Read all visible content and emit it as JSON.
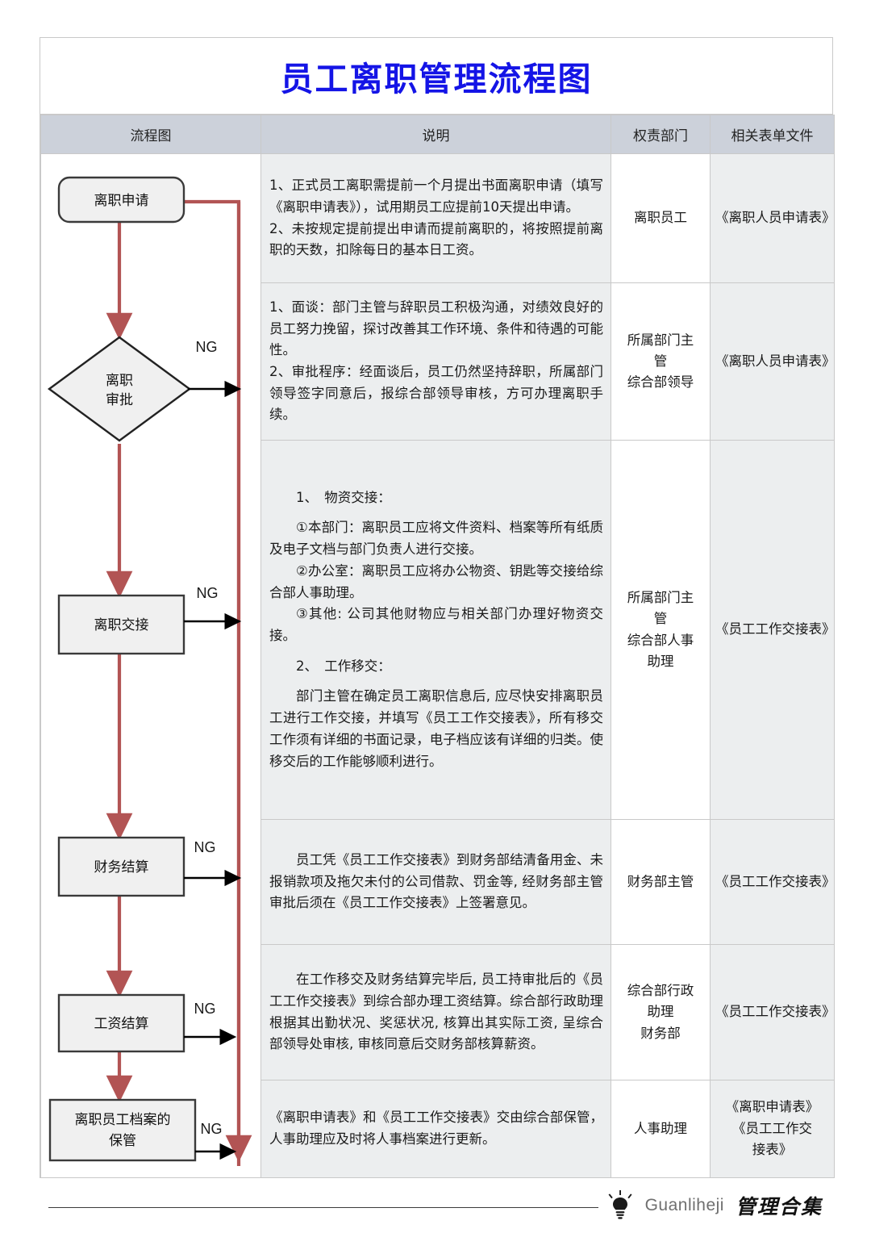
{
  "document": {
    "title": "员工离职管理流程图"
  },
  "table": {
    "headers": [
      "流程图",
      "说明",
      "权责部门",
      "相关表单文件"
    ],
    "rows": [
      {
        "description": [
          "1、正式员工离职需提前一个月提出书面离职申请（填写《离职申请表》），试用期员工应提前10天提出申请。",
          "2、未按规定提前提出申请而提前离职的，将按照提前离职的天数，扣除每日的基本日工资。"
        ],
        "department": "离职员工",
        "form": "《离职人员申请表》"
      },
      {
        "description": [
          "1、面谈：部门主管与辞职员工积极沟通，对绩效良好的员工努力挽留，探讨改善其工作环境、条件和待遇的可能性。",
          "2、审批程序：经面谈后，员工仍然坚持辞职，所属部门领导签字同意后，报综合部领导审核，方可办理离职手续。"
        ],
        "department": "所属部门主管\n综合部领导",
        "department_lines": [
          "所属部门主",
          "管",
          "综合部领导"
        ],
        "form": "《离职人员申请表》"
      },
      {
        "description": [
          "1、　物资交接：",
          "①本部门：离职员工应将文件资料、档案等所有纸质及电子文档与部门负责人进行交接。",
          "②办公室：离职员工应将办公物资、钥匙等交接给综合部人事助理。",
          "③其他: 公司其他财物应与相关部门办理好物资交接。",
          "2、　工作移交：",
          "部门主管在确定员工离职信息后, 应尽快安排离职员工进行工作交接，并填写《员工工作交接表》，所有移交工作须有详细的书面记录，电子档应该有详细的归类。使移交后的工作能够顺利进行。"
        ],
        "department_lines": [
          "所属部门主",
          "管",
          "综合部人事",
          "助理"
        ],
        "form": "《员工工作交接表》"
      },
      {
        "description": [
          "员工凭《员工工作交接表》到财务部结清备用金、未报销款项及拖欠未付的公司借款、罚金等, 经财务部主管审批后须在《员工工作交接表》上签署意见。"
        ],
        "department": "财务部主管",
        "form": "《员工工作交接表》"
      },
      {
        "description": [
          "在工作移交及财务结算完毕后, 员工持审批后的《员工工作交接表》到综合部办理工资结算。综合部行政助理根据其出勤状况、奖惩状况, 核算出其实际工资, 呈综合部领导处审核, 审核同意后交财务部核算薪资。"
        ],
        "department_lines": [
          "综合部行政",
          "助理",
          "财务部"
        ],
        "form": "《员工工作交接表》"
      },
      {
        "description": [
          "《离职申请表》和《员工工作交接表》交由综合部保管，人事助理应及时将人事档案进行更新。"
        ],
        "department": "人事助理",
        "form_lines": [
          "《离职申请表》",
          "《员工工作交",
          "接表》"
        ]
      }
    ]
  },
  "flowchart": {
    "nodes": [
      {
        "id": "apply",
        "label": "离职申请",
        "shape": "rounded-rect"
      },
      {
        "id": "approve",
        "label": "离职审批",
        "shape": "diamond",
        "lines": [
          "离职",
          "审批"
        ]
      },
      {
        "id": "handover",
        "label": "离职交接",
        "shape": "rect"
      },
      {
        "id": "finance",
        "label": "财务结算",
        "shape": "rect"
      },
      {
        "id": "salary",
        "label": "工资结算",
        "shape": "rect"
      },
      {
        "id": "archive",
        "label": "离职员工档案的保管",
        "shape": "rect",
        "lines": [
          "离职员工档案的",
          "保管"
        ]
      }
    ],
    "branch_label": "NG",
    "branch_labels": [
      "NG",
      "NG",
      "NG",
      "NG",
      "NG"
    ],
    "colors": {
      "main_flow_arrow": "#b25454",
      "branch_arrow": "#000000",
      "node_fill": "#f0f0f0",
      "node_stroke": "#3a3a3a"
    }
  },
  "footer": {
    "brand_en": "Guanliheji",
    "brand_cn": "管理合集",
    "icon": "lightbulb-icon"
  },
  "colors": {
    "title": "#1414e6",
    "header_band": "#ccd1da",
    "desc_cell": "#eceeef",
    "form_cell": "#eceeef",
    "grid_line": "#c9c9c9"
  }
}
